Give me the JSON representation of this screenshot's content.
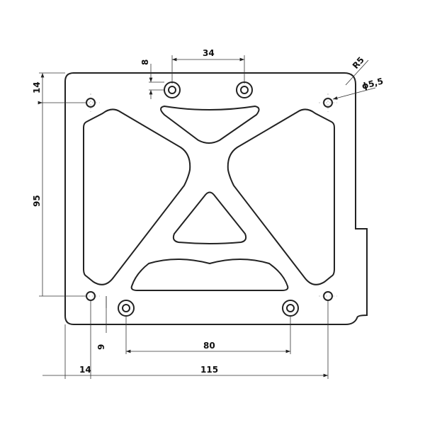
{
  "drawing": {
    "title": "Mounting plate",
    "dimensions": {
      "top_hole_spacing": "34",
      "top_hole_offset": "8",
      "top_edge_offset": "14",
      "vertical_hole_spacing": "95",
      "corner_radius": "R5",
      "hole_diameter": "ϕ5,5",
      "bottom_hole_offset": "9",
      "bottom_hole_spacing": "80",
      "left_edge_offset": "14",
      "horizontal_hole_spacing": "115"
    },
    "colors": {
      "line": "#222222",
      "dimension": "#333333"
    }
  }
}
